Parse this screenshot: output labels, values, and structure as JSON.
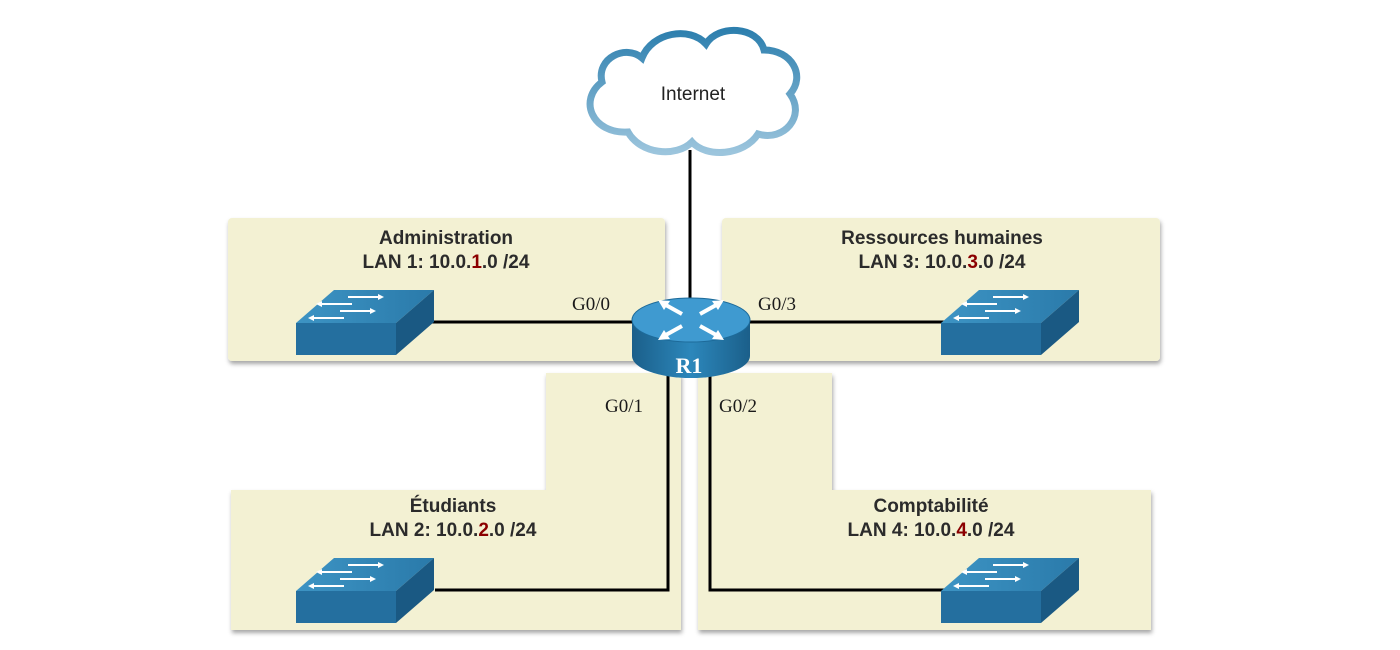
{
  "cloud": {
    "label": "Internet"
  },
  "router": {
    "name": "R1"
  },
  "lans": [
    {
      "name": "Administration",
      "lan_prefix": "LAN 1: 10.0.",
      "octet": "1",
      "lan_suffix": ".0 /24",
      "port": "G0/0"
    },
    {
      "name": "Étudiants",
      "lan_prefix": "LAN 2: 10.0.",
      "octet": "2",
      "lan_suffix": ".0 /24",
      "port": "G0/1"
    },
    {
      "name": "Ressources humaines",
      "lan_prefix": "LAN 3: 10.0.",
      "octet": "3",
      "lan_suffix": ".0 /24",
      "port": "G0/3"
    },
    {
      "name": "Comptabilité",
      "lan_prefix": "LAN 4: 10.0.",
      "octet": "4",
      "lan_suffix": ".0 /24",
      "port": "G0/2"
    }
  ],
  "colors": {
    "zone_fill": "#f3f1d3",
    "device_blue": "#2b7fb0",
    "octet_highlight": "#8b0000",
    "link": "#000000"
  }
}
